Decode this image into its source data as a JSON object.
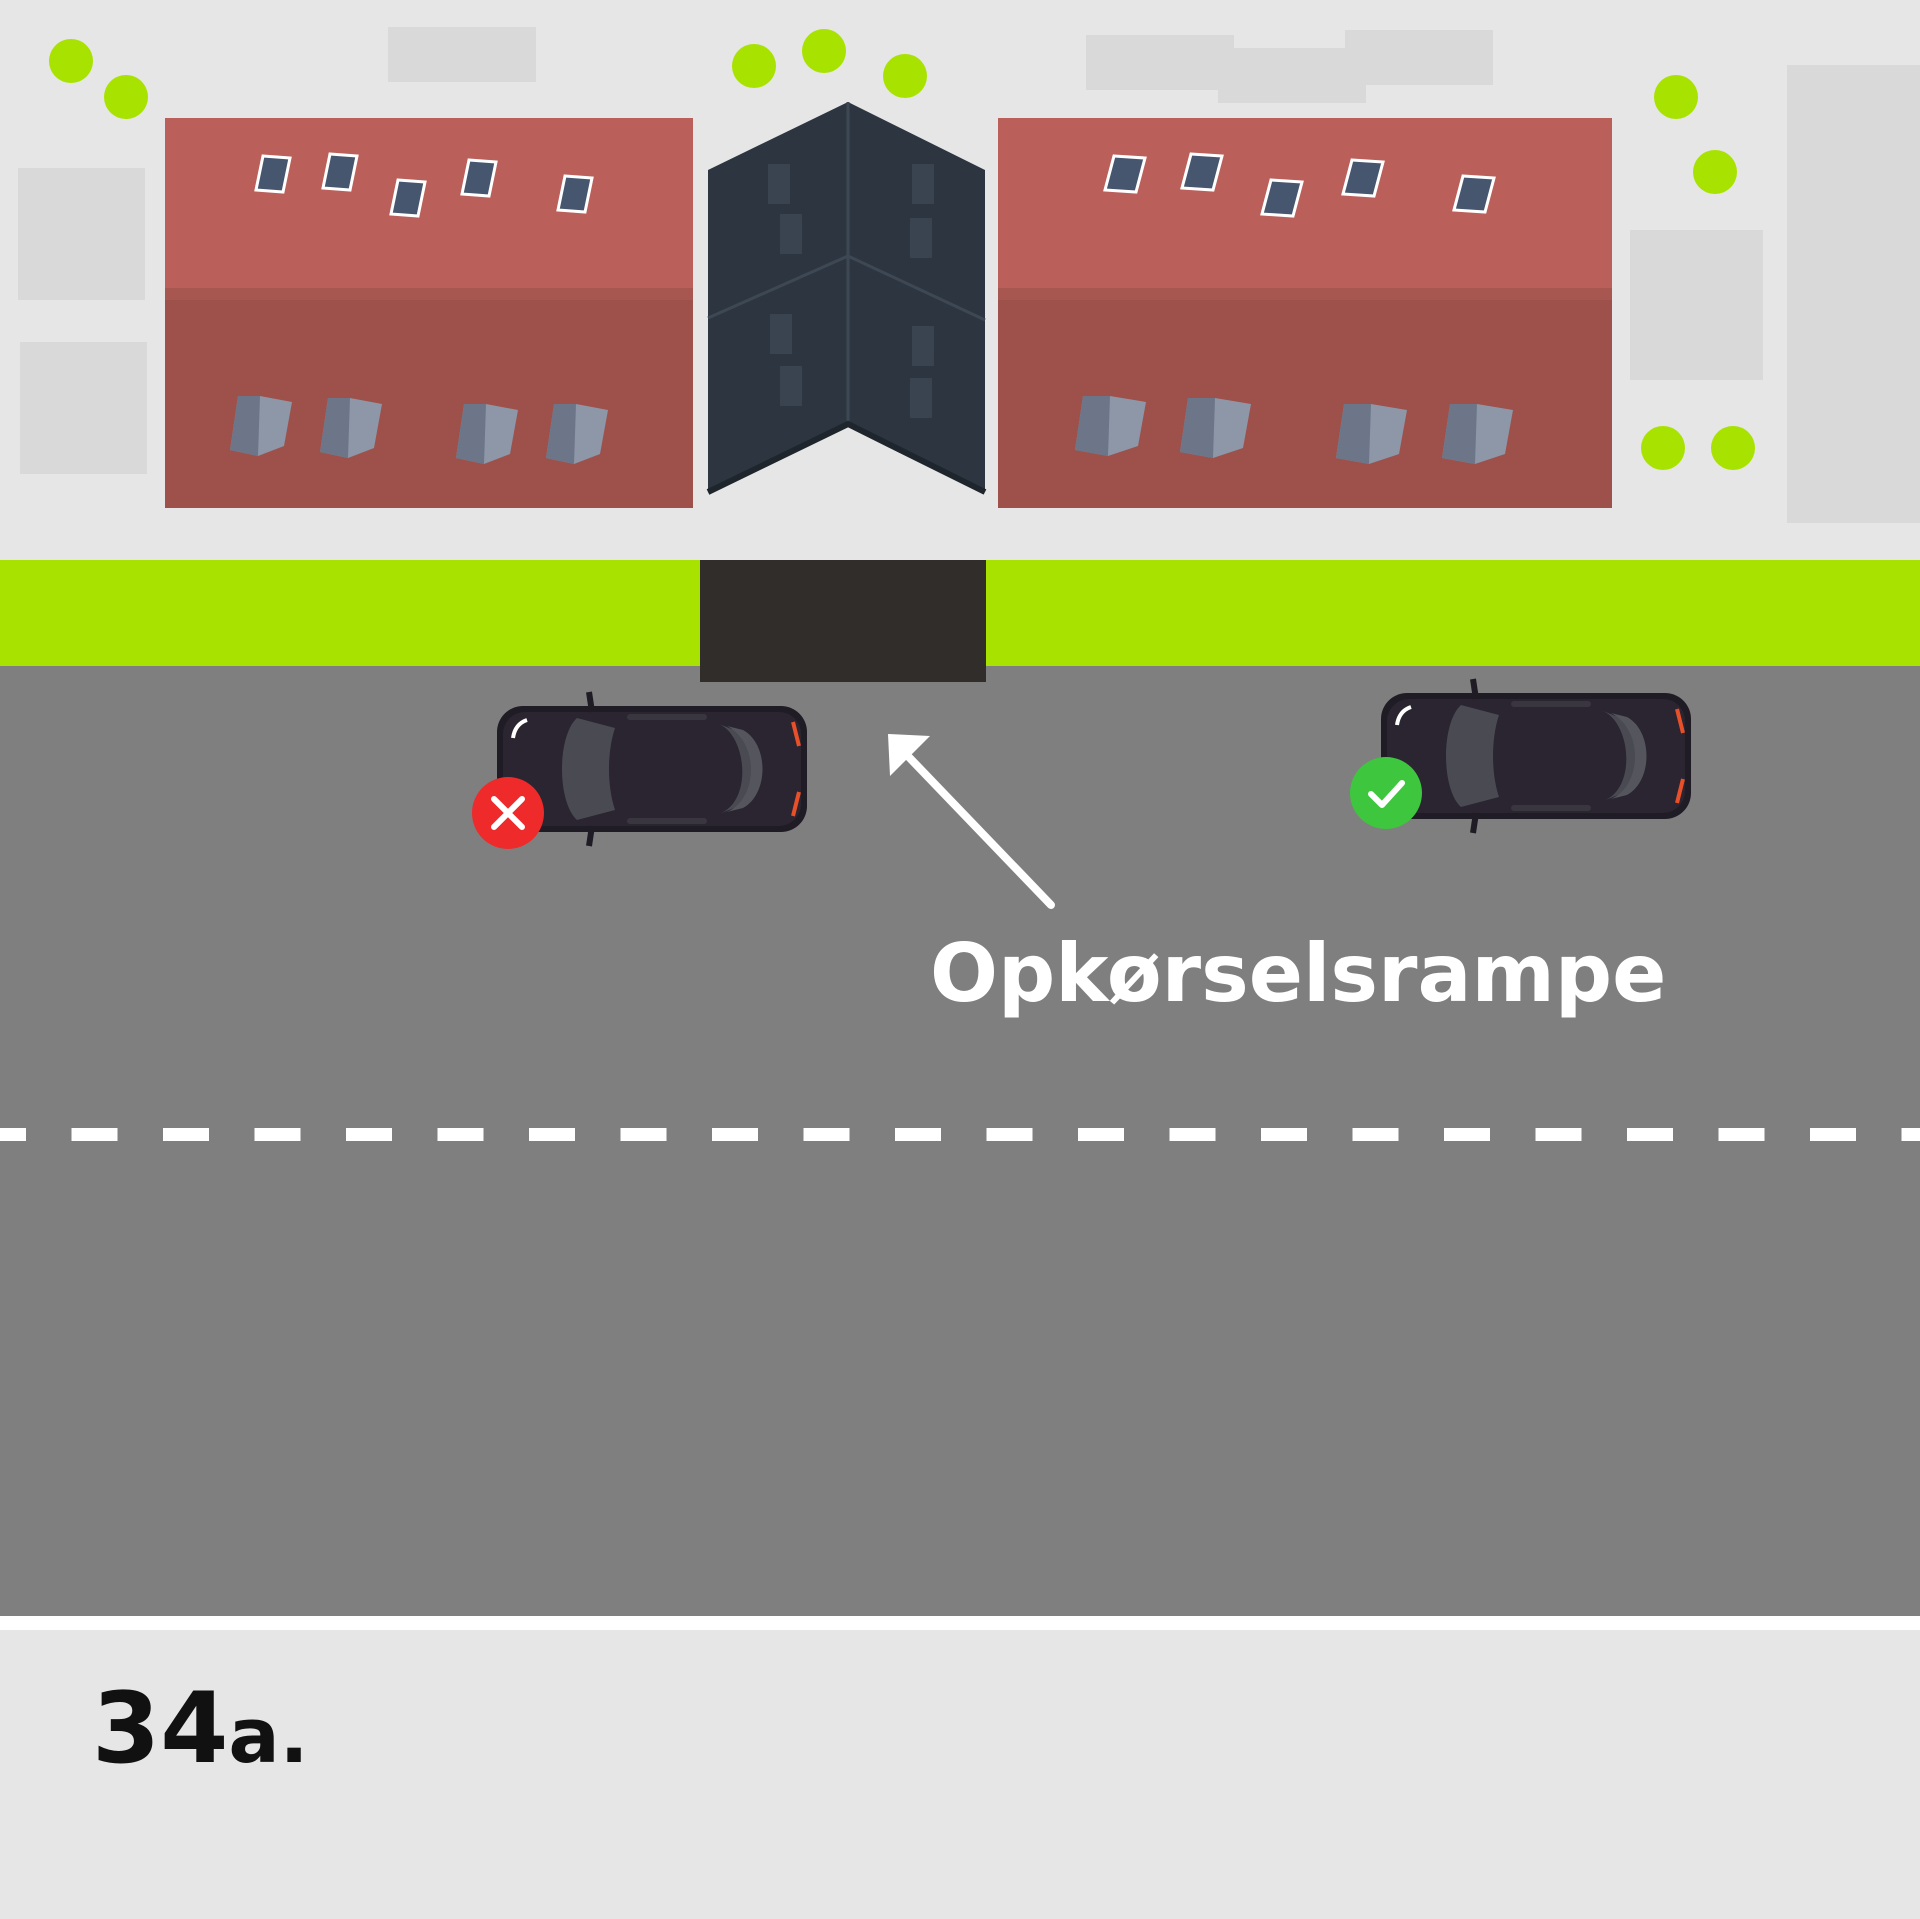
{
  "labels": {
    "ramp": "Opkørselsrampe",
    "figure_number": "34a",
    "figure_suffix": "a."
  },
  "figure_number_main": "34",
  "markers": {
    "wrong": {
      "icon": "cross-icon",
      "color": "#ee2a2a"
    },
    "correct": {
      "icon": "check-icon",
      "color": "#3fc63f"
    }
  },
  "colors": {
    "background": "#e6e6e6",
    "road": "#7f7f7f",
    "grass": "#a8e200",
    "ramp": "#312d2b",
    "roof": "#bb5f5a",
    "roof_lower": "#9d514a",
    "tower": "#2d3640",
    "tree": "#a8e200",
    "car": "#201c25",
    "lane_marking": "#ffffff"
  }
}
